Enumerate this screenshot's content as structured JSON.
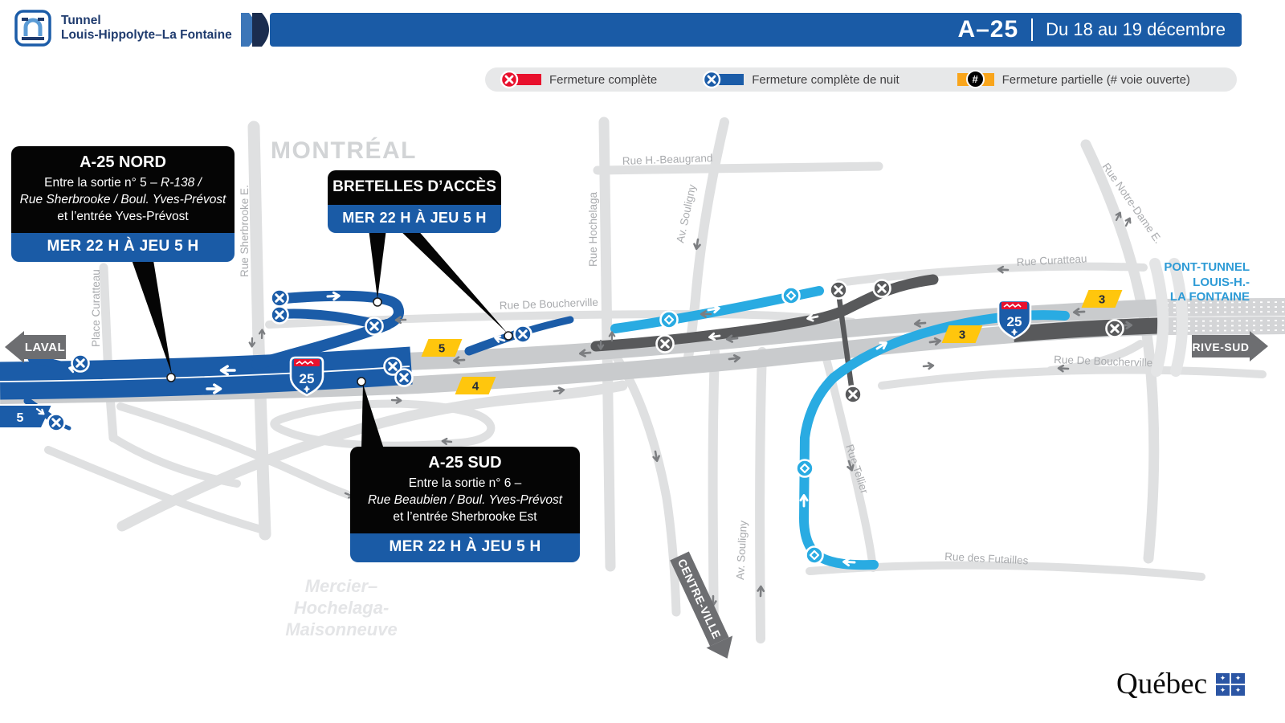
{
  "header": {
    "logo_line1": "Tunnel",
    "logo_line2": "Louis-Hippolyte–La Fontaine",
    "route": "A–25",
    "date_range": "Du 18 au 19 décembre"
  },
  "legend": {
    "complete": "Fermeture complète",
    "night": "Fermeture complète de nuit",
    "partial": "Fermeture partielle (# voie ouverte)",
    "partial_symbol": "#"
  },
  "callouts": {
    "nord": {
      "title": "A-25 NORD",
      "line1": "Entre la sortie n° 5 – ",
      "line1_em": "R-138 /",
      "line2_em": "Rue Sherbrooke / Boul. Yves-Prévost",
      "line3": "et l’entrée Yves-Prévost",
      "schedule": "MER 22 H À JEU 5 H"
    },
    "bretelles": {
      "title": "BRETELLES D’ACCÈS",
      "schedule": "MER 22 H À JEU 5 H"
    },
    "sud": {
      "title": "A-25 SUD",
      "line1": "Entre la sortie n° 6 –",
      "line2_em": "Rue Beaubien / Boul. Yves-Prévost",
      "line3": "et l’entrée Sherbrooke Est",
      "schedule": "MER 22 H À JEU 5 H"
    }
  },
  "map": {
    "city": "MONTRÉAL",
    "borough_line1": "Mercier–",
    "borough_line2": "Hochelaga-",
    "borough_line3": "Maisonneuve",
    "streets": {
      "sherbrooke": "Rue Sherbrooke E.",
      "place_curatteau": "Place Curatteau",
      "hochelaga": "Rue Hochelaga",
      "beaugrand": "Rue H.-Beaugrand",
      "souligny": "Av. Souligny",
      "boucherville": "Rue De Boucherville",
      "curatteau": "Rue Curatteau",
      "notre_dame": "Rue Notre-Dame E.",
      "tellier": "Rue Tellier",
      "futailles": "Rue des Futailles"
    },
    "destinations": {
      "laval": "LAVAL",
      "rive_sud": "RIVE-SUD",
      "centre_ville": "CENTRE-VILLE",
      "pont_tunnel_line1": "PONT-TUNNEL",
      "pont_tunnel_line2": "LOUIS-H.-",
      "pont_tunnel_line3": "LA FONTAINE"
    },
    "route_shield": "25",
    "exit_tab": "5",
    "open_lanes": {
      "west_a": "5",
      "west_b": "4",
      "east_a": "3",
      "east_b": "3"
    }
  },
  "footer": {
    "wordmark": "Québec"
  },
  "colors": {
    "banner_blue": "#1A5BA6",
    "closure_red": "#E8112D",
    "night_blue": "#1B5CA8",
    "detour_cyan": "#29ABE2",
    "partial_yellow": "#FFC60D",
    "closed_dark": "#58595B"
  }
}
